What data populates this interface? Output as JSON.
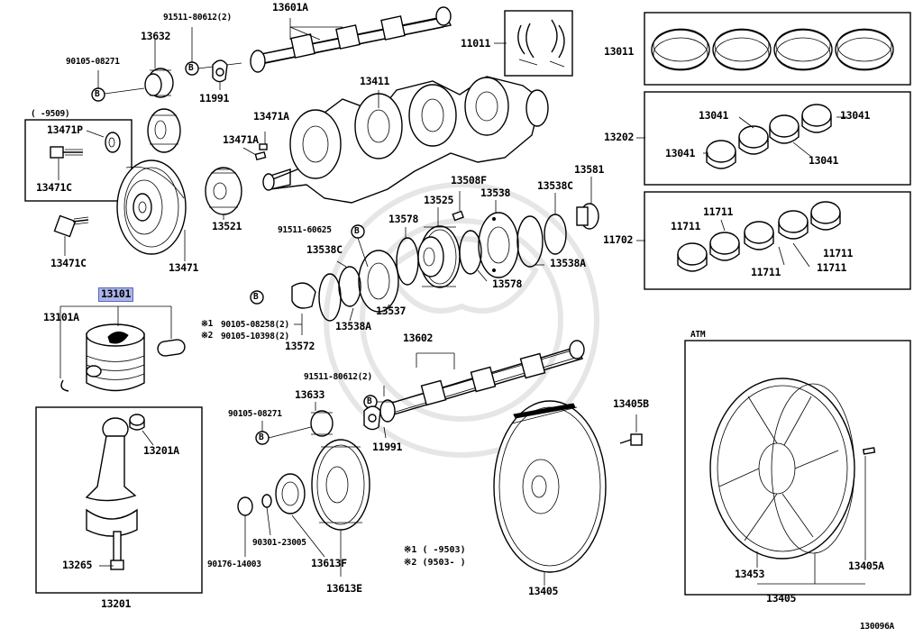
{
  "diagram_id": "130096A",
  "labels": {
    "l13601A": "13601A",
    "l91511_top": "91511-80612(2)",
    "l13632": "13632",
    "l90105_top": "90105-08271",
    "l11991_top": "11991",
    "l11011": "11011",
    "l13011": "13011",
    "l13411": "13411",
    "l13471A_a": "13471A",
    "l13471A_b": "13471A",
    "l9509": "(     -9509)",
    "l13471P": "13471P",
    "l13471C_a": "13471C",
    "l13471C_b": "13471C",
    "l13471": "13471",
    "l13521": "13521",
    "l13202": "13202",
    "l13041_a": "13041",
    "l13041_b": "13041",
    "l13041_c": "13041",
    "l13041_d": "13041",
    "l13508F": "13508F",
    "l13538": "13538",
    "l13538C_r": "13538C",
    "l13581": "13581",
    "l13525": "13525",
    "l13578_a": "13578",
    "l13578_b": "13578",
    "l91511_60625": "91511-60625",
    "l13538C_l": "13538C",
    "l13538A_r": "13538A",
    "l13538A_l": "13538A",
    "l13537": "13537",
    "l11702": "11702",
    "l11711_a": "11711",
    "l11711_b": "11711",
    "l11711_c": "11711",
    "l11711_d": "11711",
    "l11711_e": "11711",
    "l13101": "13101",
    "l13101A": "13101A",
    "l90105_08258": "90105-08258(2)",
    "l90105_10398": "90105-10398(2)",
    "l13572": "13572",
    "l13602": "13602",
    "l91511_mid": "91511-80612(2)",
    "l13633": "13633",
    "l90105_mid": "90105-08271",
    "l11991_mid": "11991",
    "l13405B": "13405B",
    "l13201A": "13201A",
    "l13265": "13265",
    "l13201": "13201",
    "l90301": "90301-23005",
    "l90176": "90176-14003",
    "l13613F": "13613F",
    "l13613E": "13613E",
    "l13405_mid": "13405",
    "l13453": "13453",
    "l13405A": "13405A",
    "l13405_r": "13405",
    "lATM": "ATM",
    "l130096A": "130096A"
  },
  "markers": {
    "note1": "※1",
    "note2": "※2",
    "bolt": "B"
  },
  "footnotes": {
    "n1_range": "(     -9503)",
    "n2_range": "(9503-      )"
  }
}
